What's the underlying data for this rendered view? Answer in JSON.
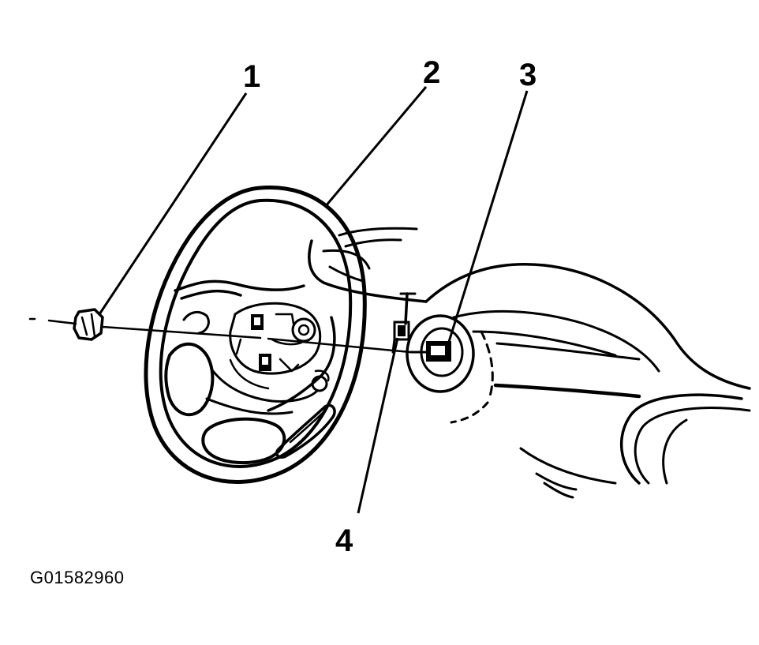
{
  "figure": {
    "code": "G01582960",
    "callouts": [
      {
        "id": "1",
        "label": "1"
      },
      {
        "id": "2",
        "label": "2"
      },
      {
        "id": "3",
        "label": "3"
      },
      {
        "id": "4",
        "label": "4"
      }
    ]
  }
}
